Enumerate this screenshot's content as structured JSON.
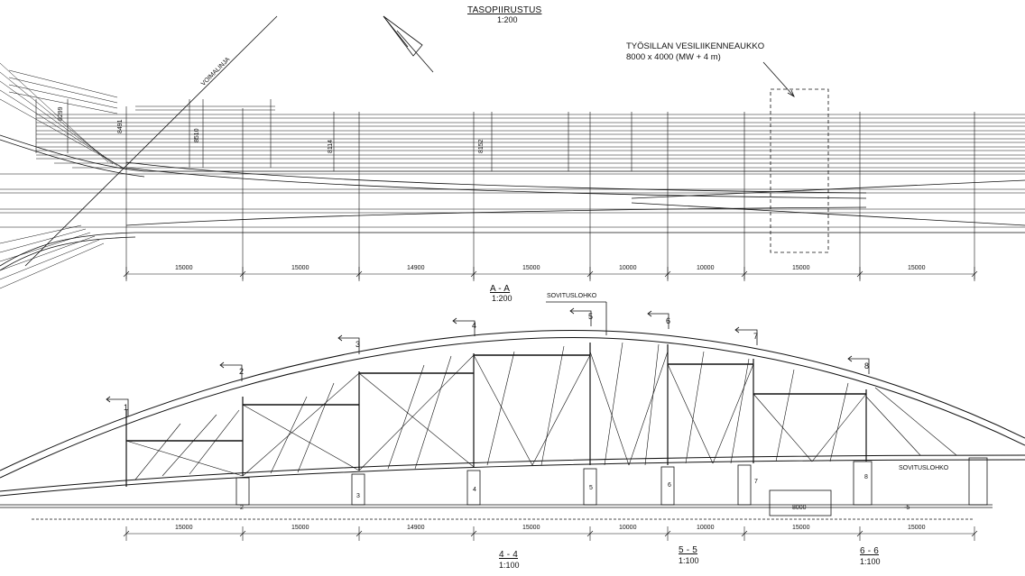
{
  "plan": {
    "title": "TASOPIIRUSTUS",
    "scale": "1:200",
    "powerline_label": "VOIMALINJA",
    "opening_title": "TYÖSILLAN VESILIIKENNEAUKKO",
    "opening_size": "8000 x 4000 (MW + 4 m)",
    "width_labels": [
      "8299",
      "8491",
      "8510",
      "8114",
      "8152"
    ],
    "dimensions": [
      "15000",
      "15000",
      "14900",
      "15000",
      "10000",
      "10000",
      "15000",
      "15000"
    ]
  },
  "elevation": {
    "title": "A - A",
    "scale": "1:200",
    "fitting_label_left": "SOVITUSLOHKO",
    "fitting_label_right": "SOVITUSLOHKO",
    "section_marks": [
      "1",
      "2",
      "3",
      "4",
      "5",
      "6",
      "7",
      "8"
    ],
    "support_marks": [
      "2",
      "3",
      "4",
      "5",
      "6",
      "7",
      "8"
    ],
    "opening_width": "8000",
    "level_mark": "-5",
    "dimensions": [
      "15000",
      "15000",
      "14900",
      "15000",
      "10000",
      "10000",
      "15000",
      "15000"
    ]
  },
  "sections": [
    {
      "title": "4 - 4",
      "scale": "1:100"
    },
    {
      "title": "5 - 5",
      "scale": "1:100"
    },
    {
      "title": "6 - 6",
      "scale": "1:100"
    }
  ],
  "colors": {
    "line": "#111111",
    "background": "#ffffff"
  }
}
